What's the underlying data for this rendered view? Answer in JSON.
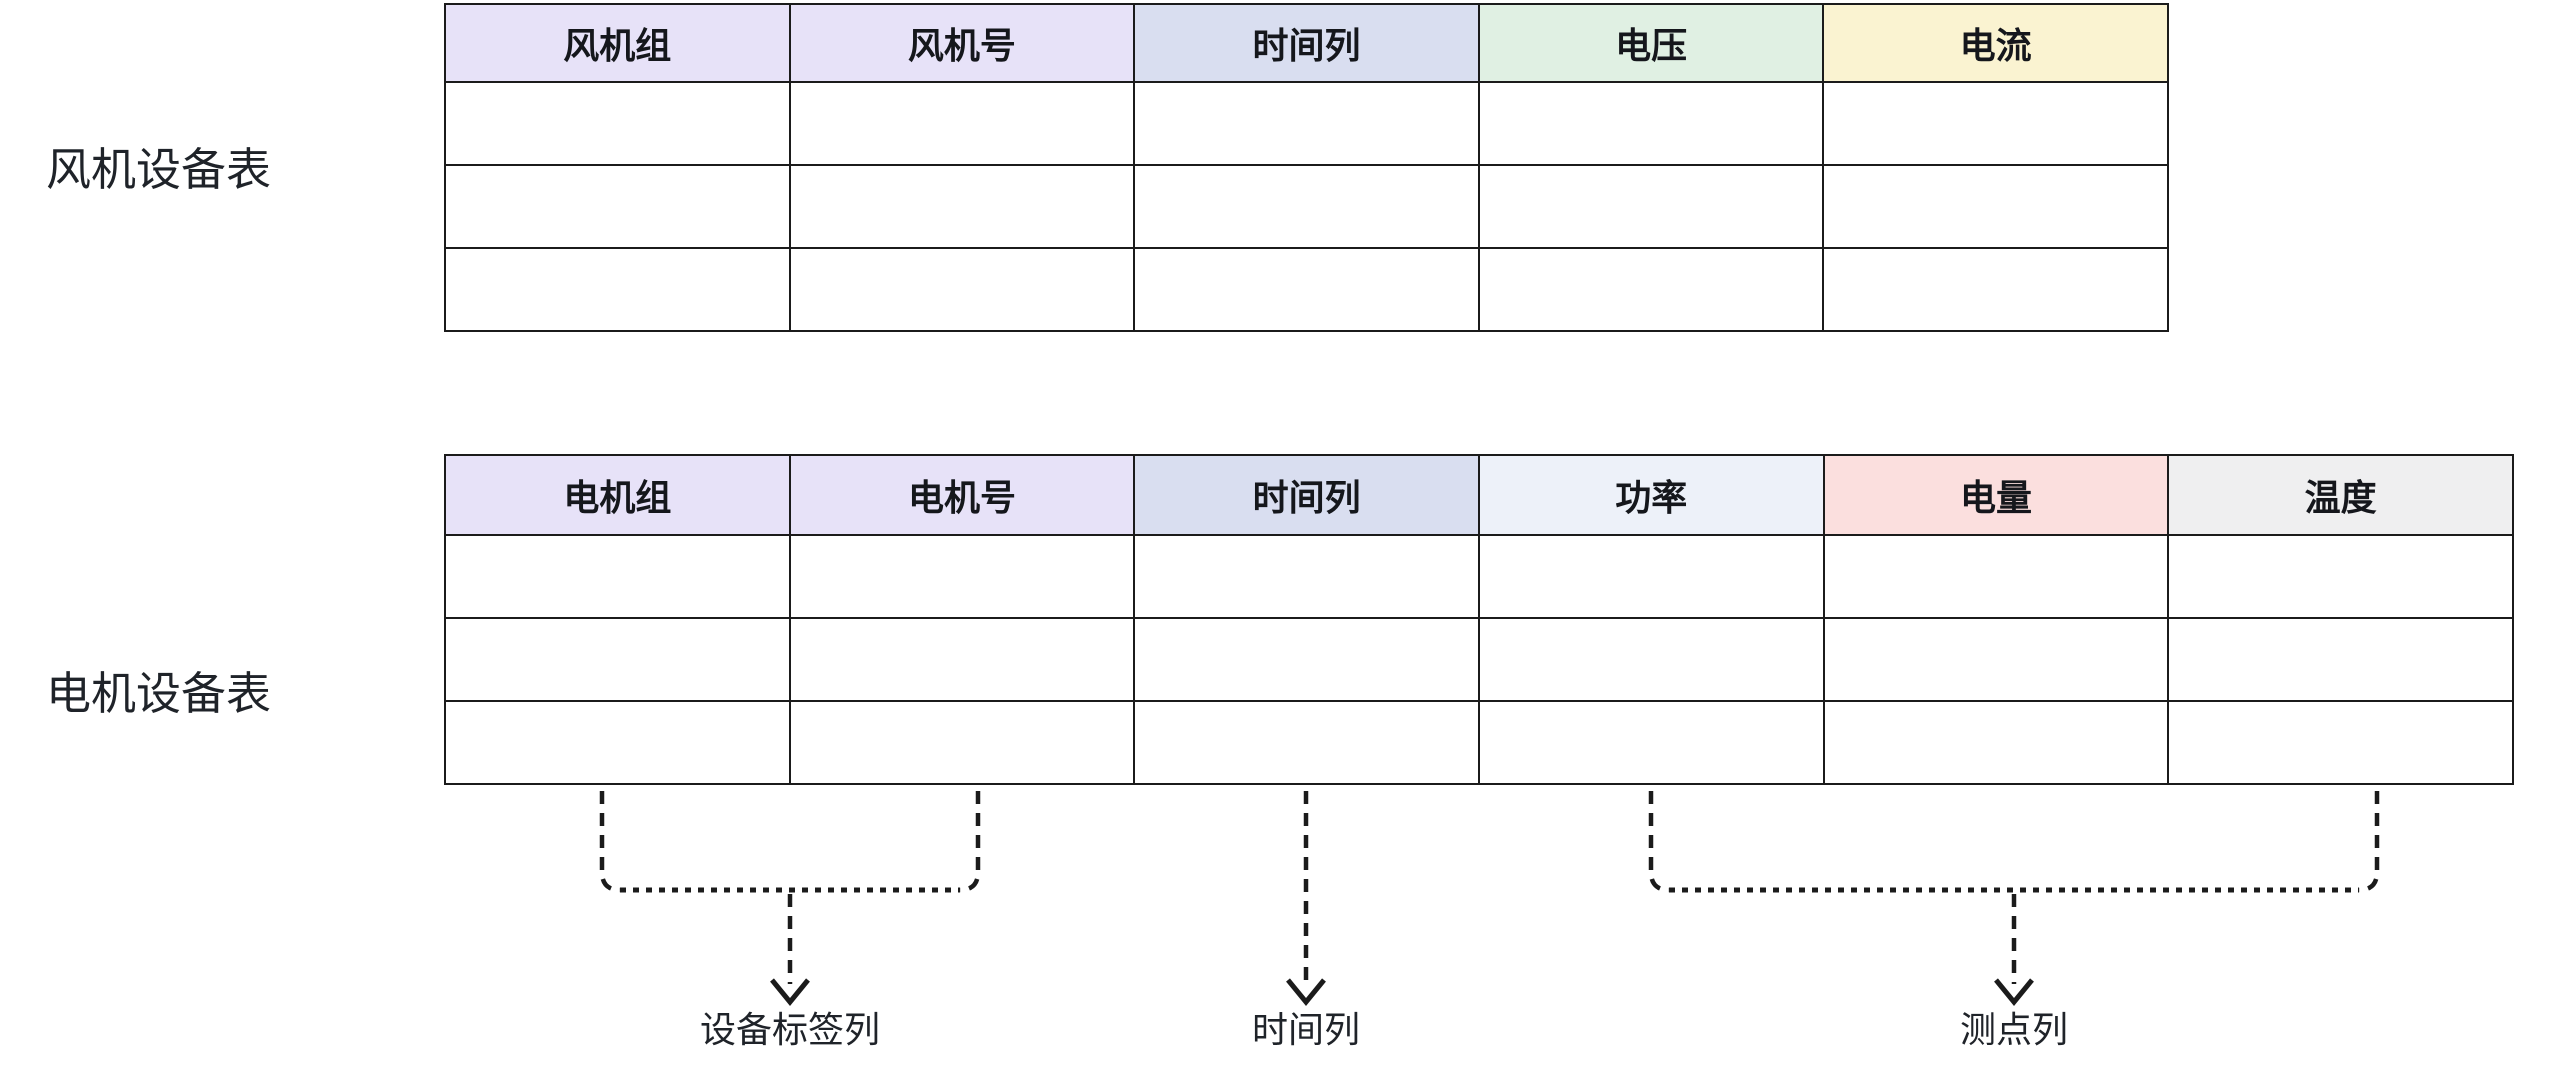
{
  "canvas": {
    "background": "#ffffff",
    "border_color": "#1b1b1b",
    "header_text_color": "#15171c",
    "label_text_color": "#1f2329"
  },
  "tables": [
    {
      "label": "风机设备表",
      "headers": [
        {
          "label": "风机组",
          "bg": "#E7E2F8"
        },
        {
          "label": "风机号",
          "bg": "#E7E2F8"
        },
        {
          "label": "时间列",
          "bg": "#D9DEF0"
        },
        {
          "label": "电压",
          "bg": "#E0F0E3"
        },
        {
          "label": "电流",
          "bg": "#FAF3D1"
        }
      ],
      "empty_rows": 3
    },
    {
      "label": "电机设备表",
      "headers": [
        {
          "label": "电机组",
          "bg": "#E7E2F8"
        },
        {
          "label": "电机号",
          "bg": "#E7E2F8"
        },
        {
          "label": "时间列",
          "bg": "#D9DEF0"
        },
        {
          "label": "功率",
          "bg": "#EDF1F9"
        },
        {
          "label": "电量",
          "bg": "#FBDFDE"
        },
        {
          "label": "温度",
          "bg": "#EFEFF0"
        }
      ],
      "empty_rows": 3
    }
  ],
  "annotations": {
    "device_label_columns": {
      "label": "设备标签列"
    },
    "time_column": {
      "label": "时间列"
    },
    "measurement_columns": {
      "label": "测点列"
    }
  }
}
